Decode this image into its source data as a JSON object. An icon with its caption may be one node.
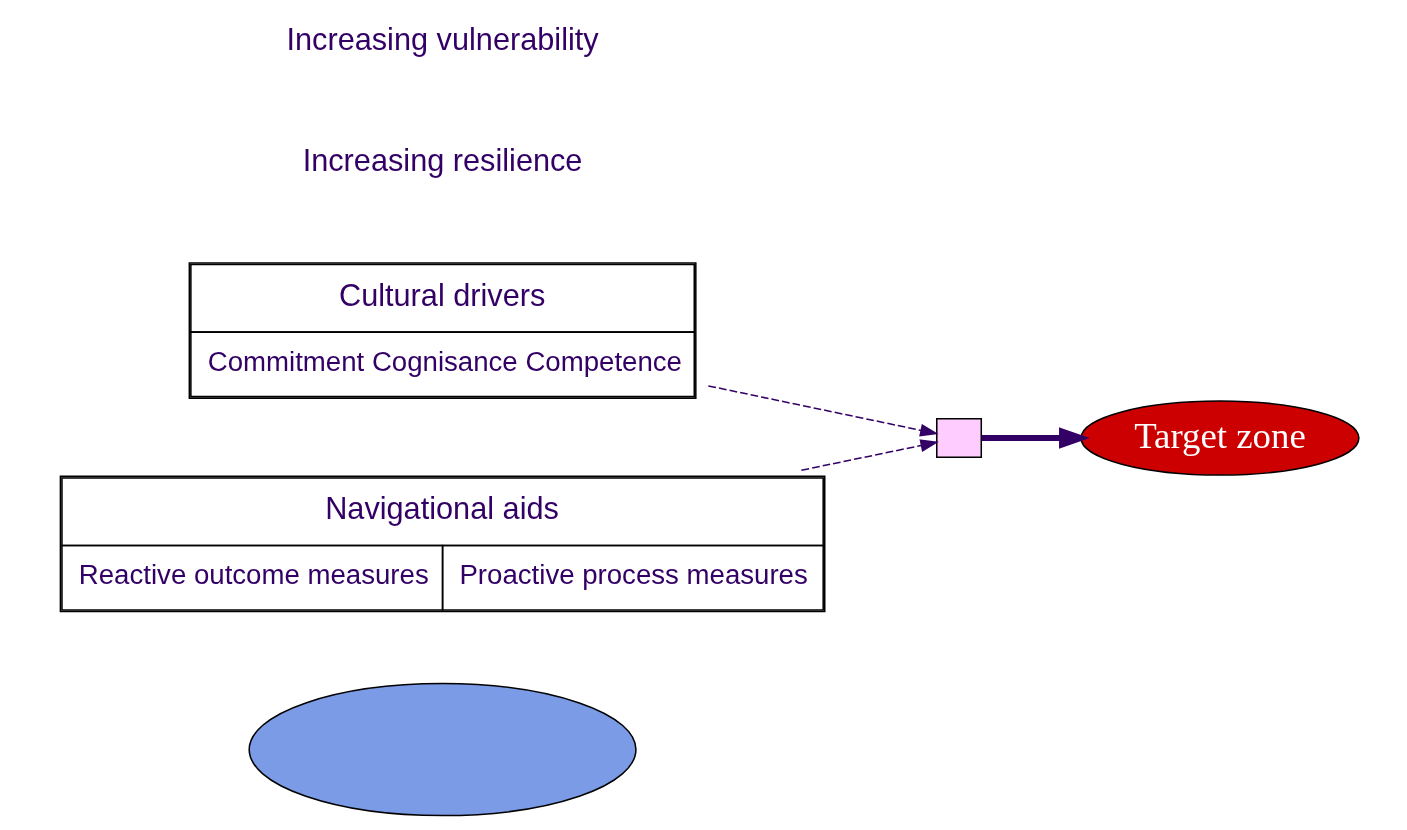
{
  "diagram": {
    "nodes": [
      {
        "text": [],
        "shape": "ellipse"
      },
      {
        "text": [
          "Target zone"
        ]
      },
      {
        "text": [],
        "shape": "box"
      },
      {
        "text": [
          "Cultural drivers",
          "Commitment Cognisance Competence"
        ]
      },
      {
        "text": [
          "Navigational aids",
          "Reactive outcome measures",
          "Proactive process measures"
        ]
      }
    ],
    "edges": [
      {
        "from": 2,
        "to": 1,
        "arrow": "to",
        "style": "thick"
      },
      {
        "from": 3,
        "to": 2,
        "arrow": "to",
        "style": "dashed"
      },
      {
        "from": 4,
        "to": 2,
        "arrow": "to",
        "style": "dashed"
      }
    ],
    "labels": [
      "Increasing resilience",
      "Increasing vulnerability"
    ]
  }
}
